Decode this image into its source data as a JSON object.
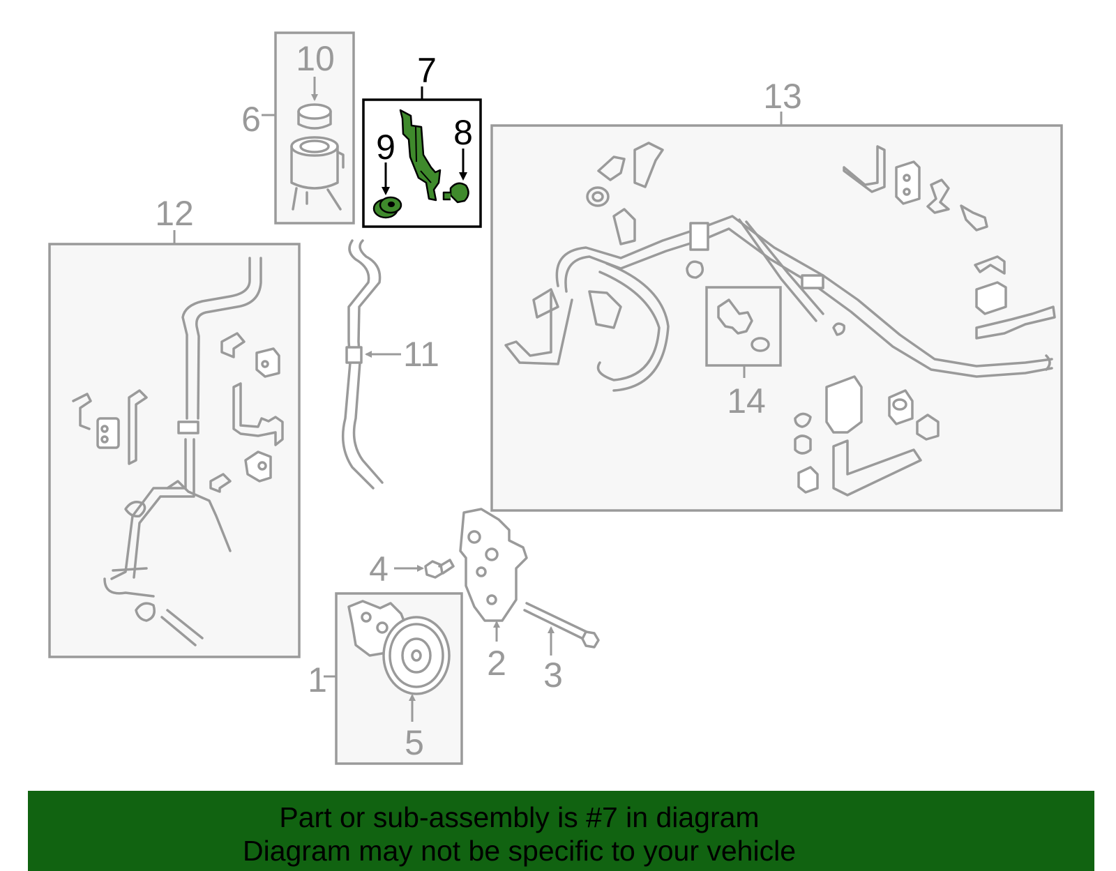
{
  "callouts": {
    "c1": "1",
    "c2": "2",
    "c3": "3",
    "c4": "4",
    "c5": "5",
    "c6": "6",
    "c7": "7",
    "c8": "8",
    "c9": "9",
    "c10": "10",
    "c11": "11",
    "c12": "12",
    "c13": "13",
    "c14": "14"
  },
  "highlighted_part": "7",
  "colors": {
    "highlight": "#3f8a2c",
    "banner": "#116311",
    "parts": "#9a9a9a"
  },
  "banner": {
    "line1": "Part or sub-assembly is #7 in diagram",
    "line2": "Diagram may not be specific to your vehicle"
  }
}
